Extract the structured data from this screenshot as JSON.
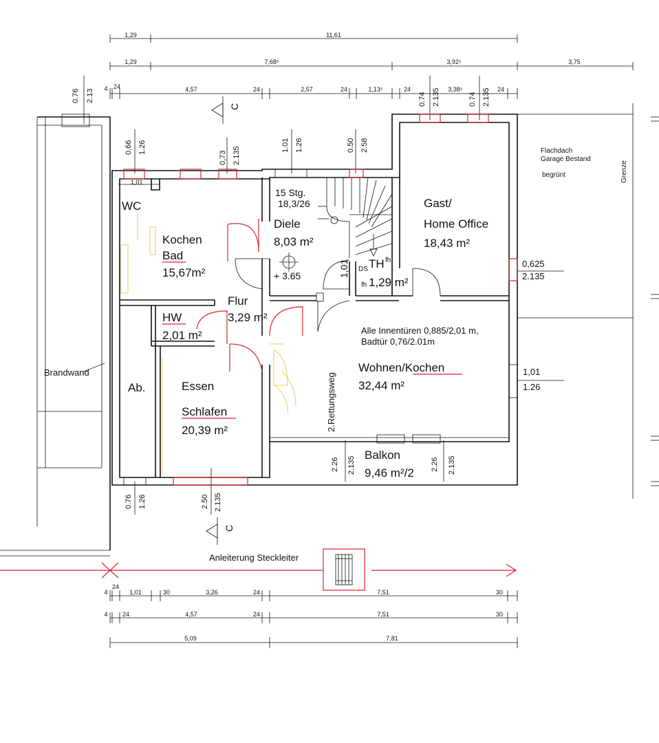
{
  "dimensions": {
    "top": {
      "row1": [
        "1,29",
        "11,61"
      ],
      "row2": [
        "1,29",
        "7,68⁵",
        "3,92⁵",
        "3,75"
      ],
      "row3": [
        "4",
        "24",
        "4,57",
        "24",
        "2,57",
        "24",
        "1,13⁵",
        "24",
        "3,38⁵",
        "24"
      ]
    },
    "bottom": {
      "row1": [
        "4",
        "24",
        "1,01",
        "30",
        "3,26",
        "24",
        "7,51",
        "30"
      ],
      "row2": [
        "4",
        "24",
        "4,57",
        "24",
        "7,51",
        "30"
      ],
      "row3": [
        "5,09",
        "7,81"
      ]
    },
    "openings": {
      "o1a": "0.76",
      "o1b": "2.13",
      "o2a": "0.74",
      "o2b": "2.135",
      "o3a": "0.74",
      "o3b": "2.135",
      "o4a": "0.66",
      "o4b": "1.26",
      "o5a": "0,73",
      "o5b": "2.135",
      "o6a": "1.01",
      "o6b": "1.26",
      "o7a": "0.50",
      "o7b": "2.58",
      "w_wc": "1,01",
      "e1a": "0,625",
      "e1b": "2.135",
      "e2a": "1,01",
      "e2b": "1.26",
      "b1a": "2.26",
      "b1b": "2.135",
      "b2a": "2.26",
      "b2b": "2.135",
      "s1a": "0.76",
      "s1b": "1.26",
      "s2a": "2.50",
      "s2b": "2.135",
      "door_dt": "1,01"
    }
  },
  "rooms": {
    "wc": "WC",
    "kochen_bad_1": "Kochen",
    "kochen_bad_2": "Bad",
    "kochen_bad_area": "15,67m²",
    "hw": "HW",
    "hw_area": "2,01 m²",
    "flur": "Flur",
    "flur_area": "3,29 m²",
    "diele": "Diele",
    "diele_area": "8,03 m²",
    "diele_level": "+ 3.65",
    "stairs_1": "15 Stg.",
    "stairs_2": "18,3/26",
    "th_ds": "DS",
    "th": "TH",
    "th_fh": "fh",
    "th_fh2": "fh",
    "th_area": "1,29 m²",
    "gast_1": "Gast/",
    "gast_2": "Home Office",
    "gast_area": "18,43 m²",
    "ab": "Ab.",
    "essen": "Essen",
    "schlafen": "Schlafen",
    "schlafen_area": "20,39 m²",
    "wohnen": "Wohnen/Kochen",
    "wohnen_area": "32,44 m²",
    "balkon": "Balkon",
    "balkon_area": "9,46 m²/2"
  },
  "notes": {
    "innentueren_1": "Alle Innentüren 0,885/2,01 m,",
    "innentueren_2": "Badtür 0,76/2.01m",
    "rettungsweg": "2.Rettungsweg",
    "brandwand": "Brandwand",
    "flachdach_1": "Flachdach",
    "flachdach_2": "Garage Bestand",
    "begruent": "begrünt",
    "grenze": "Grenze",
    "anleiterung": "Anleiterung Steckleiter",
    "section": "C"
  },
  "colors": {
    "wall": "#111111",
    "window": "#d9262a",
    "ladder_line": "#d9262a",
    "furniture": "#e6cf55"
  }
}
